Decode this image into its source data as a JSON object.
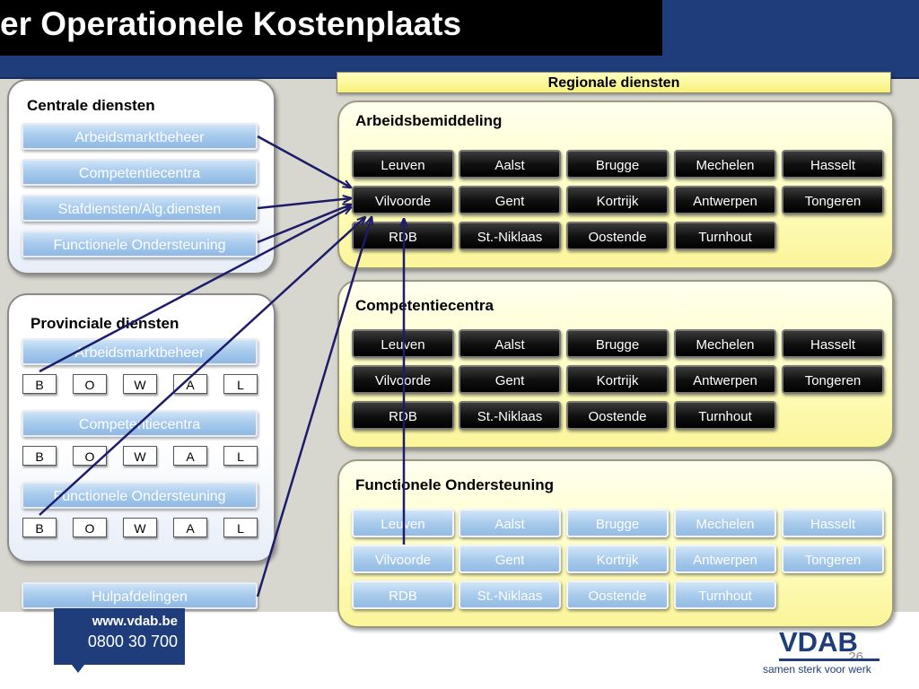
{
  "title": "er Operationele Kostenplaats",
  "centrale": {
    "title": "Centrale diensten",
    "items": [
      "Arbeidsmarktbeheer",
      "Competentiecentra",
      "Stafdiensten/Alg.diensten",
      "Functionele Ondersteuning"
    ]
  },
  "provinciale": {
    "title": "Provinciale diensten",
    "groups": [
      {
        "label": "Arbeidsmarktbeheer",
        "codes": [
          "B",
          "O",
          "W",
          "A",
          "L"
        ]
      },
      {
        "label": "Competentiecentra",
        "codes": [
          "B",
          "O",
          "W",
          "A",
          "L"
        ]
      },
      {
        "label": "Functionele Ondersteuning",
        "codes": [
          "B",
          "O",
          "W",
          "A",
          "L"
        ]
      }
    ]
  },
  "hulp": {
    "label": "Hulpafdelingen"
  },
  "regionale": {
    "label": "Regionale diensten"
  },
  "regions": [
    {
      "title": "Arbeidsbemiddeling",
      "style": "dark",
      "cities": [
        "Leuven",
        "Aalst",
        "Brugge",
        "Mechelen",
        "Hasselt",
        "Vilvoorde",
        "Gent",
        "Kortrijk",
        "Antwerpen",
        "Tongeren",
        "RDB",
        "St.-Niklaas",
        "Oostende",
        "Turnhout"
      ]
    },
    {
      "title": "Competentiecentra",
      "style": "dark",
      "cities": [
        "Leuven",
        "Aalst",
        "Brugge",
        "Mechelen",
        "Hasselt",
        "Vilvoorde",
        "Gent",
        "Kortrijk",
        "Antwerpen",
        "Tongeren",
        "RDB",
        "St.-Niklaas",
        "Oostende",
        "Turnhout"
      ]
    },
    {
      "title": "Functionele Ondersteuning",
      "style": "light",
      "cities": [
        "Leuven",
        "Aalst",
        "Brugge",
        "Mechelen",
        "Hasselt",
        "Vilvoorde",
        "Gent",
        "Kortrijk",
        "Antwerpen",
        "Tongeren",
        "RDB",
        "St.-Niklaas",
        "Oostende",
        "Turnhout"
      ]
    }
  ],
  "footer": {
    "website": "www.vdab.be",
    "phone": "0800 30 700",
    "page": "26"
  },
  "logo": {
    "name": "VDAB",
    "tagline": "samen sterk voor werk"
  },
  "colors": {
    "brand_blue": "#1f3d7a",
    "arrow": "#1c1c6b",
    "panel_yellow": "#ffffcc",
    "button_light": "#a9cbed"
  }
}
